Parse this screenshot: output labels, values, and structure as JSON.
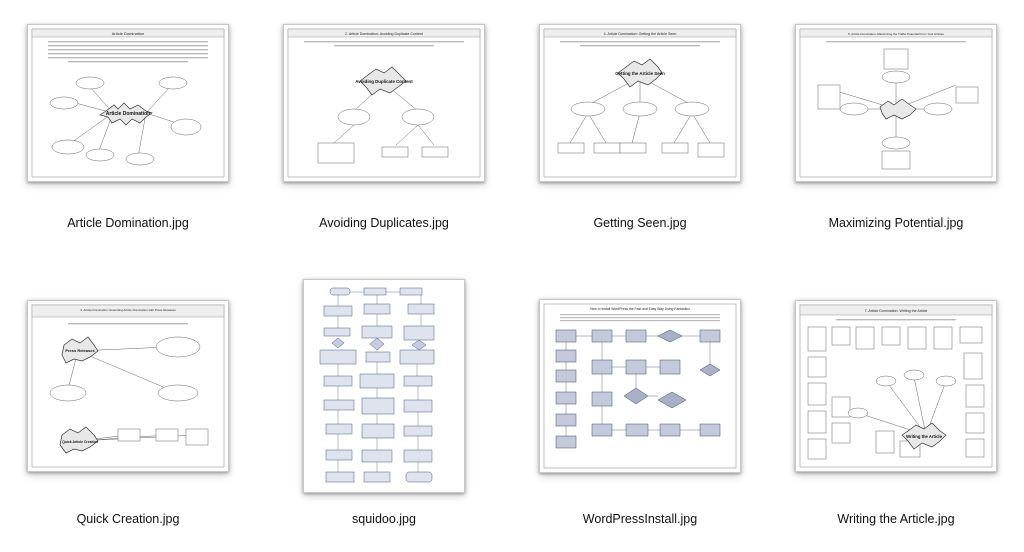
{
  "files": [
    {
      "name": "Article Domination.jpg",
      "icon": "mindmap-thumbnail"
    },
    {
      "name": "Avoiding Duplicates.jpg",
      "icon": "tree-thumbnail"
    },
    {
      "name": "Getting Seen.jpg",
      "icon": "tree-thumbnail"
    },
    {
      "name": "Maximizing Potential.jpg",
      "icon": "mindmap-thumbnail"
    },
    {
      "name": "Quick Creation.jpg",
      "icon": "tree-thumbnail"
    },
    {
      "name": "squidoo.jpg",
      "icon": "flowchart-thumbnail"
    },
    {
      "name": "WordPressInstall.jpg",
      "icon": "flowchart-thumbnail"
    },
    {
      "name": "Writing the Article.jpg",
      "icon": "mindmap-thumbnail"
    }
  ],
  "thumb_text": {
    "t0_title": "Article Domination",
    "t0_center": "Article Domination",
    "t1_title": "2. Article Domination: Avoiding Duplicate Content",
    "t1_center": "Avoiding Duplicate Content",
    "t2_title": "4. Article Domination: Getting the Article Seen",
    "t2_center": "Getting the Article Seen",
    "t3_title": "5. Article Domination: Maximizing the Traffic Potential From Your Articles",
    "t4_title": "3. Article Domination: Extending Article Domination with Press Releases",
    "t4_center_a": "Press Releases",
    "t4_center_b": "Quick Article Creation",
    "t6_title": "How to Install WordPress the Fast and Easy Way Using Fantastico",
    "t7_title": "7. Article Domination: Writing the Article",
    "t7_center": "Writing the Article"
  }
}
